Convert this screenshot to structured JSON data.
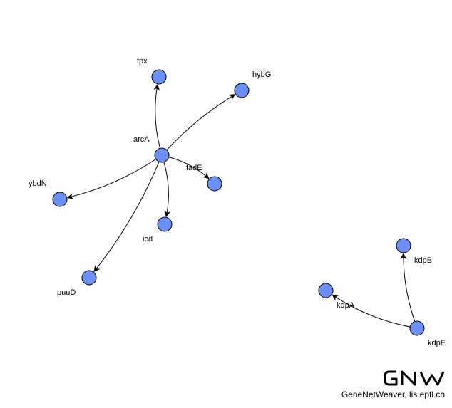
{
  "network": {
    "node_color": "#6b8ff7",
    "edge_color": "#000000",
    "nodes": [
      {
        "id": "arcA",
        "label": "arcA"
      },
      {
        "id": "tpx",
        "label": "tpx"
      },
      {
        "id": "hybG",
        "label": "hybG"
      },
      {
        "id": "fadE",
        "label": "fadE"
      },
      {
        "id": "ybdN",
        "label": "ybdN"
      },
      {
        "id": "icd",
        "label": "icd"
      },
      {
        "id": "puuD",
        "label": "puuD"
      },
      {
        "id": "kdpB",
        "label": "kdpB"
      },
      {
        "id": "kdpA",
        "label": "kdpA"
      },
      {
        "id": "kdpE",
        "label": "kdpE"
      }
    ],
    "edges": [
      {
        "source": "arcA",
        "target": "tpx"
      },
      {
        "source": "arcA",
        "target": "hybG"
      },
      {
        "source": "arcA",
        "target": "fadE"
      },
      {
        "source": "arcA",
        "target": "ybdN"
      },
      {
        "source": "arcA",
        "target": "icd"
      },
      {
        "source": "arcA",
        "target": "puuD"
      },
      {
        "source": "kdpE",
        "target": "kdpB"
      },
      {
        "source": "kdpE",
        "target": "kdpA"
      }
    ]
  },
  "footer": {
    "logo_text": "GNW",
    "credit": "GeneNetWeaver, lis.epfl.ch"
  }
}
